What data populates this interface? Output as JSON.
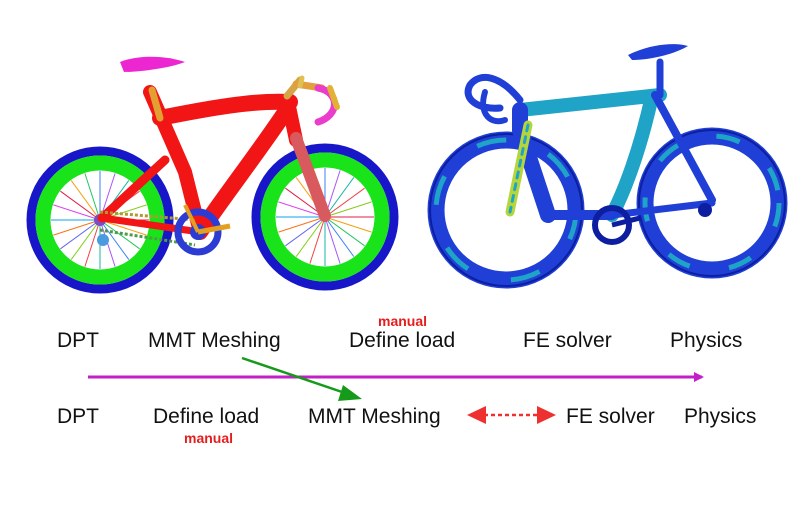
{
  "colors": {
    "timeline": "#c21fc7",
    "reorder_arrow": "#159a1a",
    "coupling_arrow": "#ef3030",
    "manual_text": "#e51d1d",
    "seg_tire": "#1717c9",
    "seg_rim": "#19e319",
    "seg_frame": "#f21515",
    "seg_saddle": "#ec27d2",
    "seg_fork": "#d85a5e",
    "fe_base": "#1f3fd6",
    "fe_mid": "#1fa3c7",
    "fe_high": "#b5d63a"
  },
  "top_row": {
    "steps": [
      "DPT",
      "MMT Meshing",
      "Define load",
      "FE solver",
      "Physics"
    ],
    "note": "manual"
  },
  "bottom_row": {
    "steps": [
      "DPT",
      "Define load",
      "MMT Meshing",
      "FE solver",
      "Physics"
    ],
    "note": "manual"
  },
  "images": {
    "left": "segmented-bike",
    "right": "fe-stress-bike"
  }
}
